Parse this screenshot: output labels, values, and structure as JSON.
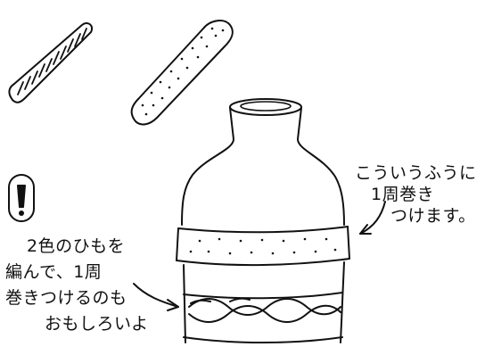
{
  "annotations": {
    "right_lines": [
      "こういうふうに",
      "1周巻き",
      "つけます。"
    ],
    "left_lines": [
      "2色のひもを",
      "編んで、1周",
      "巻きつけるのも",
      "おもしろいよ"
    ]
  },
  "icons": [
    "twisted-cord-icon",
    "dotted-cord-icon",
    "exclamation-icon",
    "bottle-icon",
    "arrow-icon"
  ],
  "colors": {
    "ink": "#111111",
    "background": "#ffffff"
  }
}
